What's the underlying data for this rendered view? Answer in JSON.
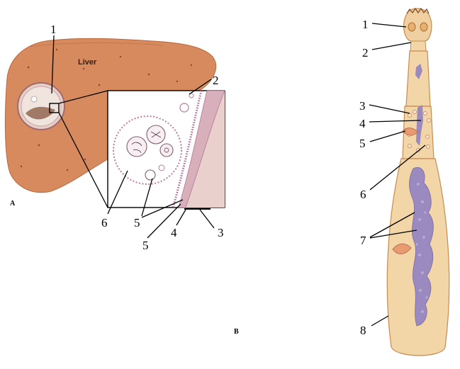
{
  "panel_a": {
    "label": "A",
    "organ_label": "Liver",
    "callouts": [
      "1",
      "2",
      "3",
      "4",
      "5",
      "5",
      "6"
    ]
  },
  "panel_b": {
    "label": "B",
    "callouts": [
      "1",
      "2",
      "3",
      "4",
      "5",
      "6",
      "7",
      "8"
    ]
  },
  "colors": {
    "liver": "#d68a5e",
    "cyst_wall": "#c78ca8",
    "worm_body": "#f3d6a8",
    "worm_outline": "#c98a50",
    "uterus": "#9a8ac0"
  }
}
